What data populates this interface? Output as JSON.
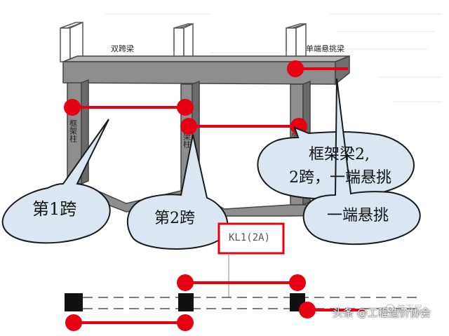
{
  "labels": {
    "double_span_beam": "双跨梁",
    "single_cantilever_beam": "单端悬挑梁",
    "frame_column": "框架柱"
  },
  "callouts": {
    "span1": "第1跨",
    "span2": "第2跨",
    "frame_beam_line1": "框架梁2,",
    "frame_beam_line2": "2跨，一端悬挑",
    "cantilever": "一端悬挑"
  },
  "beam_code": "KL1(2A)",
  "watermark": {
    "prefix": "头条",
    "at": "@",
    "org": "工程造价协会",
    "logo_text": "筑下层"
  },
  "colors": {
    "marker": "#e60012",
    "bubble_fill": "#dbe6f3",
    "bubble_stroke": "#1a1a1a",
    "structure": "#8e8e8e",
    "structure_dark": "#5a5a5a"
  }
}
